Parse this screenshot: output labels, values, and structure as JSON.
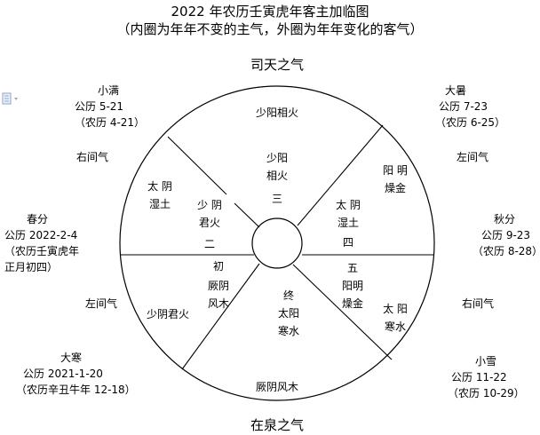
{
  "title": "2022 年农历壬寅虎年客主加临图",
  "subtitle": "（内圈为年年不变的主气，外圈为年年变化的客气）",
  "top_label": "司天之气",
  "bottom_label": "在泉之气",
  "solar_terms": {
    "xiaoman": {
      "name": "小满",
      "gongli": "公历 5-21",
      "nongli": "（农历 4-21）"
    },
    "dashu": {
      "name": "大暑",
      "gongli": "公历 7-23",
      "nongli": "（农历 6-25）"
    },
    "chunfen": {
      "name": "春分",
      "gongli": "公历 2022-2-4",
      "nongli_1": "（农历壬寅虎年",
      "nongli_2": "正月初四）"
    },
    "qiufen": {
      "name": "秋分",
      "gongli": "公历 9-23",
      "nongli": "（农历 8-28）"
    },
    "dahan": {
      "name": "大寒",
      "gongli": "公历 2021-1-20",
      "nongli": "（农历辛丑牛年 12-18）"
    },
    "xiaoxue": {
      "name": "小雪",
      "gongli": "公历 11-22",
      "nongli": "（农历 10-29）"
    }
  },
  "side_labels": {
    "upper_left": "右间气",
    "upper_right": "左间气",
    "lower_left": "左间气",
    "lower_right": "右间气"
  },
  "outer_ring": {
    "top": "少阳相火",
    "upper_left": [
      "太 阴",
      "湿土"
    ],
    "upper_right": [
      "阳 明",
      "燥金"
    ],
    "lower_left": "少阴君火",
    "lower_right": [
      "太 阳",
      "寒水"
    ],
    "bottom": "厥阴风木"
  },
  "inner_ring": {
    "top": {
      "line1": "少阳",
      "line2": "相火",
      "num": "三"
    },
    "upper_left": {
      "line1": "少 阴",
      "line2": "君火",
      "num": "二"
    },
    "upper_right": {
      "line1": "太 阴",
      "line2": "湿土",
      "num": "四"
    },
    "lower_left": {
      "num": "初",
      "line1": "厥阴",
      "line2": "风木"
    },
    "lower_right": {
      "num": "五",
      "line1": "阳明",
      "line2": "燥金"
    },
    "bottom": {
      "num": "终",
      "line1": "太阳",
      "line2": "寒水"
    }
  }
}
